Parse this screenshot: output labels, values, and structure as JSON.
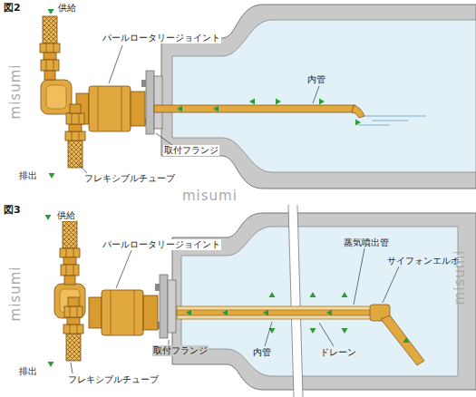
{
  "diagram": {
    "labels": [
      "図2",
      "供給",
      "パールロータリージョイント",
      "内管",
      "取付フランジ",
      "排出",
      "フレキシブルチューブ",
      "図3",
      "供給",
      "パールロータリージョイント",
      "蒸気噴出管",
      "サイフォンエルボ",
      "内管",
      "ドレーン",
      "取付フランジ",
      "排出",
      "フレキシブルチューブ",
      "misumi",
      "misumi",
      "misumi",
      "misumi"
    ]
  }
}
